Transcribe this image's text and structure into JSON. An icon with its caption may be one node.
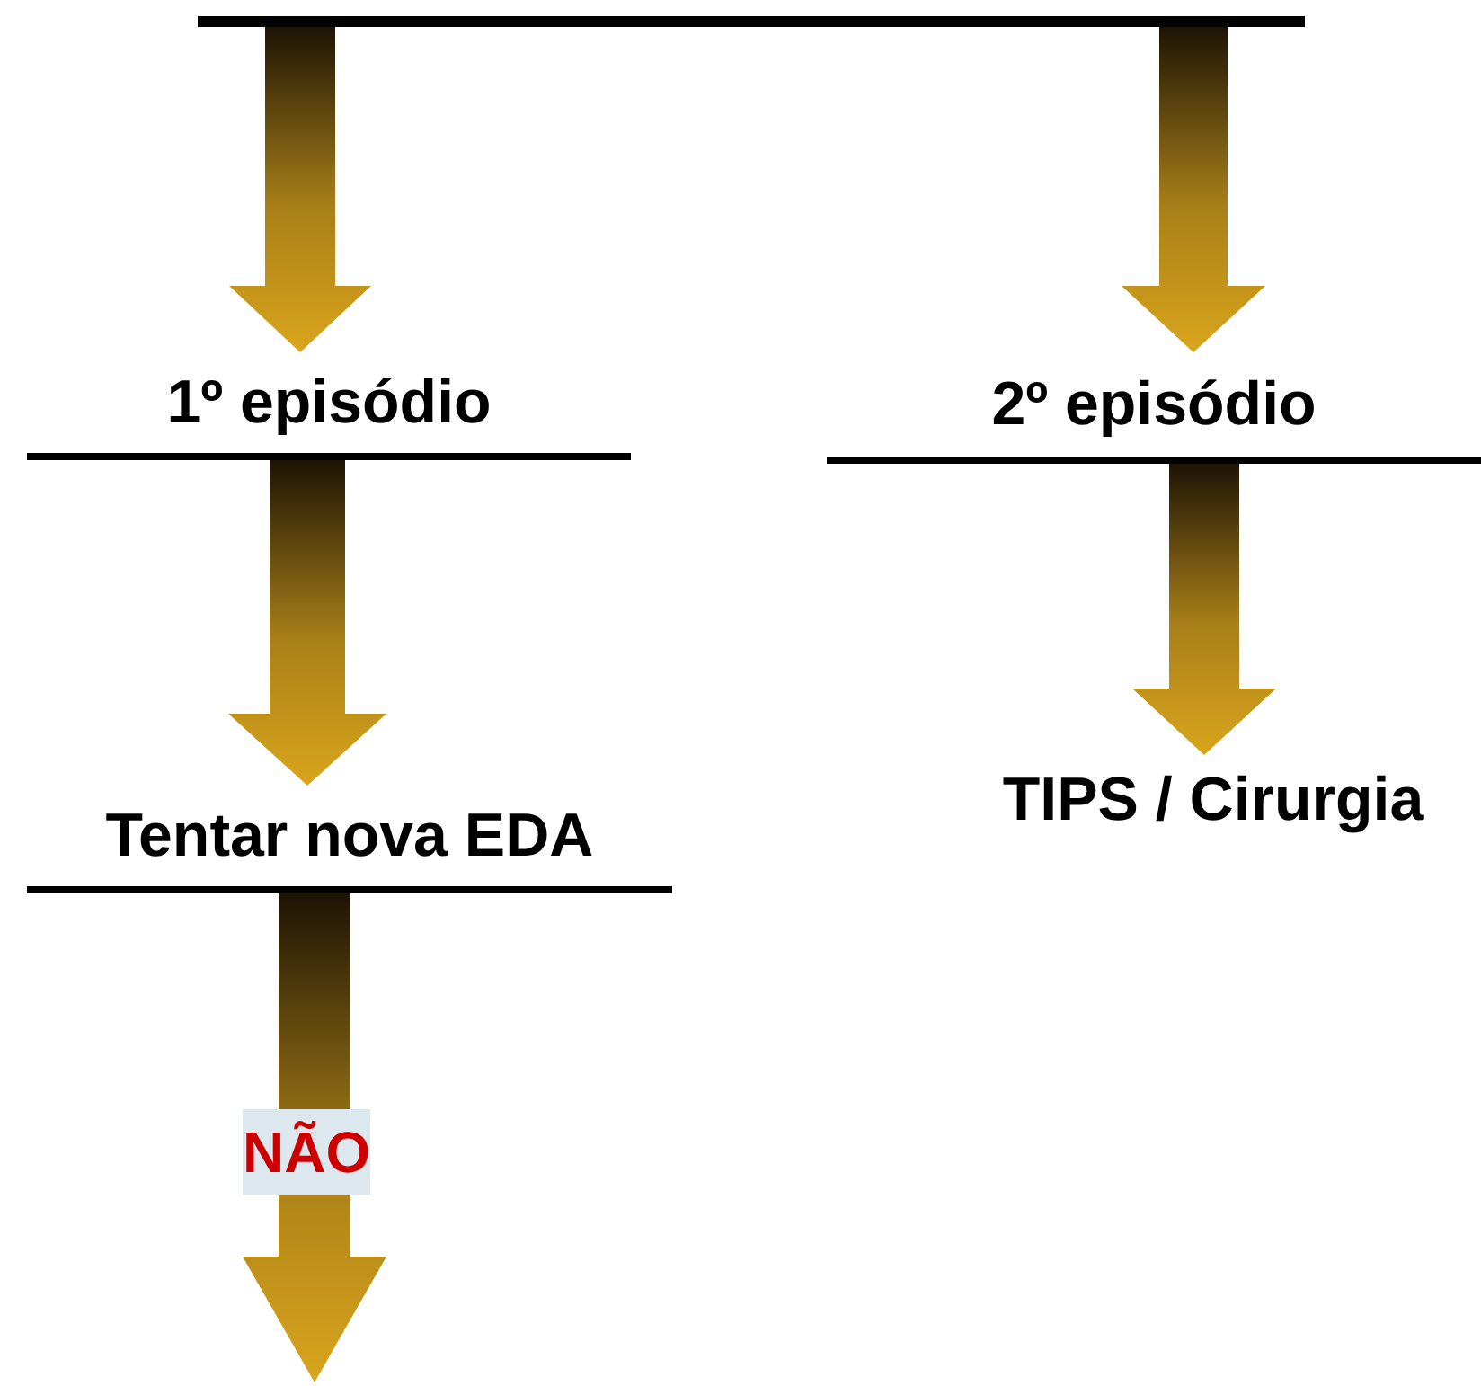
{
  "diagram": {
    "nodes": [
      {
        "text": [],
        "shape": "bar"
      },
      {
        "text": [
          "1º episódio"
        ]
      },
      {
        "text": [
          "2º episódio"
        ]
      },
      {
        "text": [
          "Tentar nova EDA"
        ]
      },
      {
        "text": [
          "TIPS / Cirurgia"
        ]
      }
    ],
    "edges": [
      {
        "from": 0,
        "to": 1,
        "arrow": "to"
      },
      {
        "from": 0,
        "to": 2,
        "arrow": "to"
      },
      {
        "from": 1,
        "to": 3,
        "arrow": "to"
      },
      {
        "from": 2,
        "to": 4,
        "arrow": "to"
      },
      {
        "from": 3,
        "to": null,
        "arrow": "to",
        "label": "NÃO"
      }
    ]
  }
}
